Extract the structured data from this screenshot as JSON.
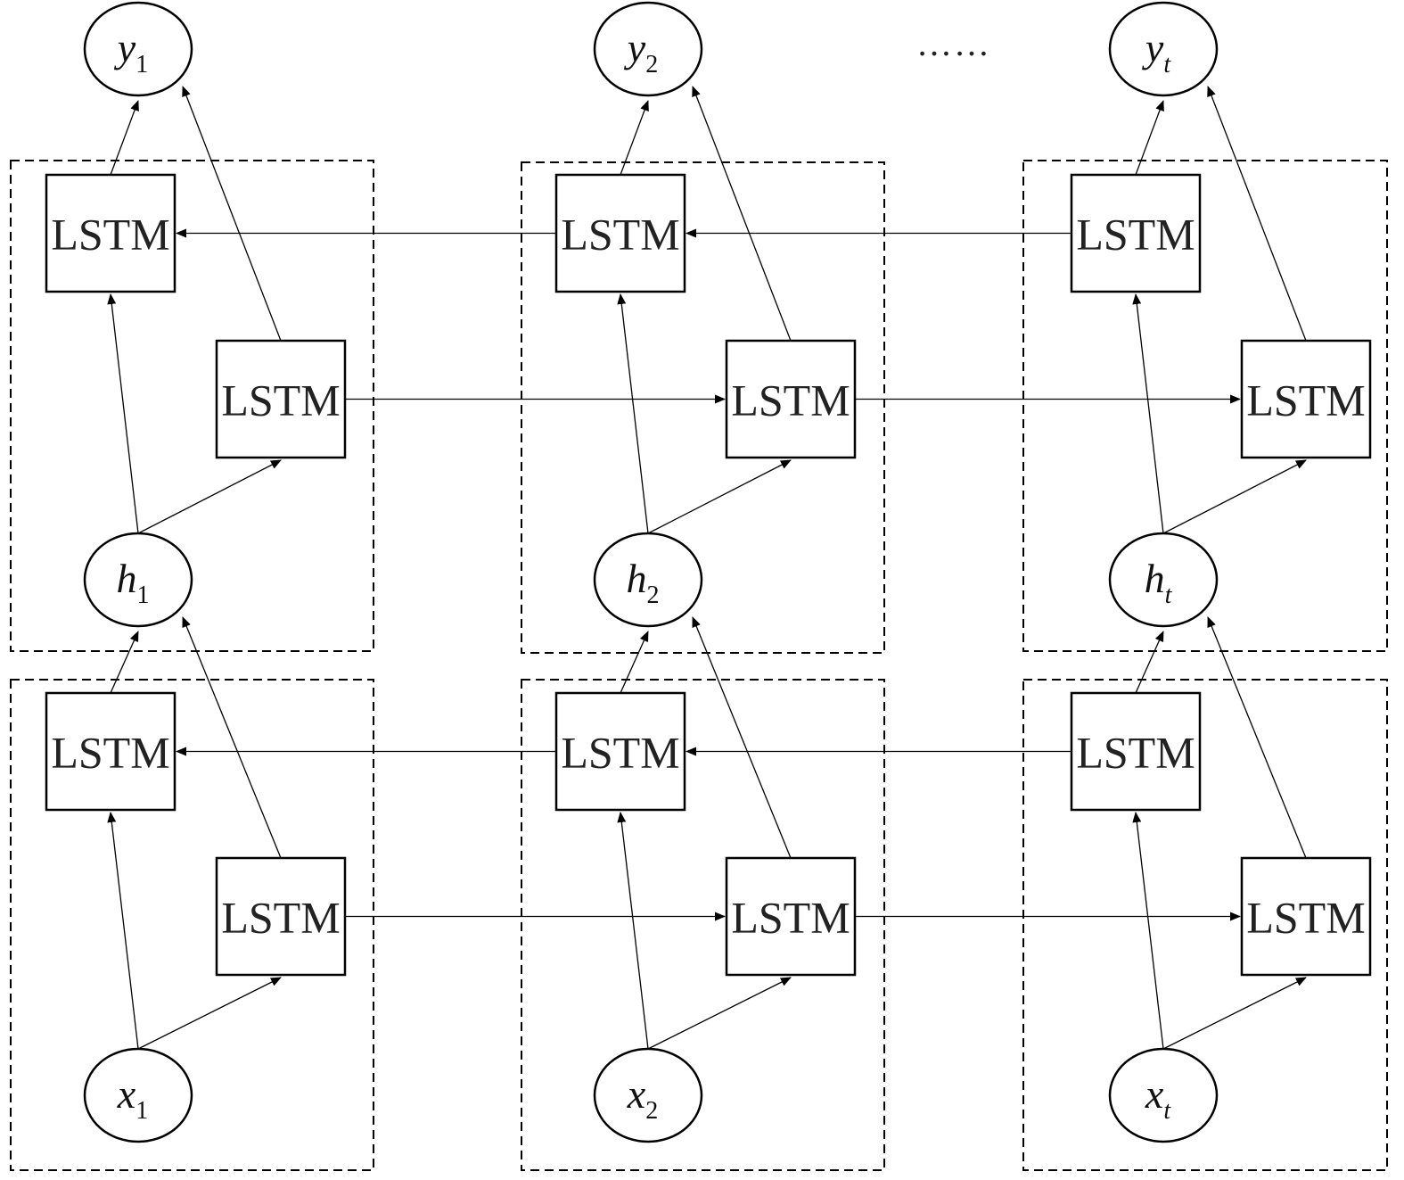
{
  "cell_label": "LSTM",
  "ellipsis": "……",
  "outputs": [
    {
      "base": "y",
      "sub": "1"
    },
    {
      "base": "y",
      "sub": "2"
    },
    {
      "base": "y",
      "sub": "t"
    }
  ],
  "hidden": [
    {
      "base": "h",
      "sub": "1"
    },
    {
      "base": "h",
      "sub": "2"
    },
    {
      "base": "h",
      "sub": "t"
    }
  ],
  "inputs": [
    {
      "base": "x",
      "sub": "1"
    },
    {
      "base": "x",
      "sub": "2"
    },
    {
      "base": "x",
      "sub": "t"
    }
  ]
}
